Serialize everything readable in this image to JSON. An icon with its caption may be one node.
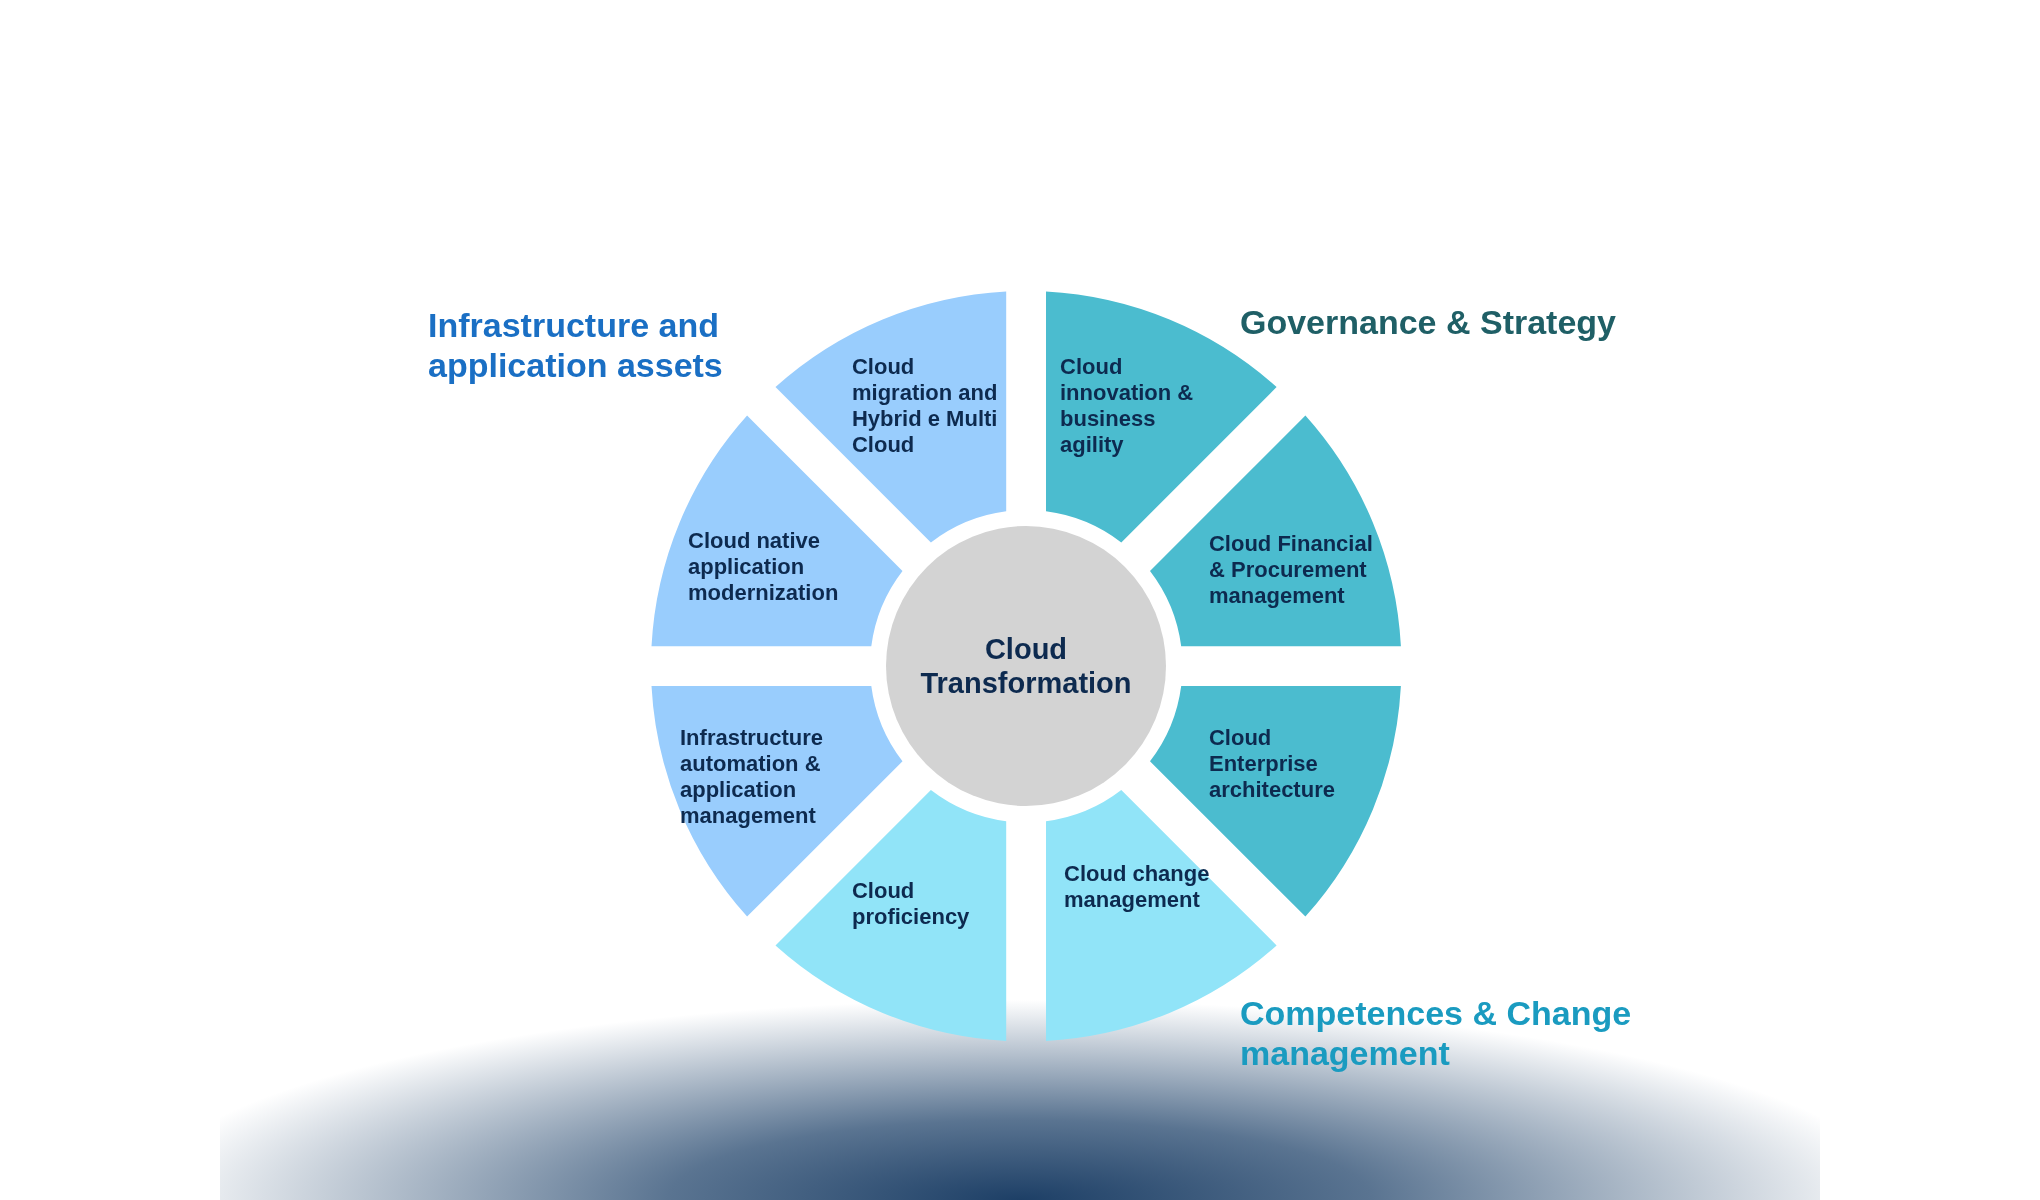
{
  "diagram": {
    "nodes": [
      {
        "text": [
          "Cloud Transformation"
        ]
      },
      {
        "text": [
          "Cloud migration and Hybrid e Multi Cloud"
        ]
      },
      {
        "text": [
          "Cloud innovation & business agility"
        ]
      },
      {
        "text": [
          "Cloud native application modernization"
        ]
      },
      {
        "text": [
          "Cloud Financial & Procurement management"
        ]
      },
      {
        "text": [
          "Infrastructure automation & application management"
        ]
      },
      {
        "text": [
          "Cloud Enterprise architecture"
        ]
      },
      {
        "text": [
          "Cloud proficiency"
        ]
      },
      {
        "text": [
          "Cloud change management"
        ]
      }
    ],
    "labels": [
      "Infrastructure and application assets",
      "Governance & Strategy",
      "Competences & Change management"
    ]
  }
}
